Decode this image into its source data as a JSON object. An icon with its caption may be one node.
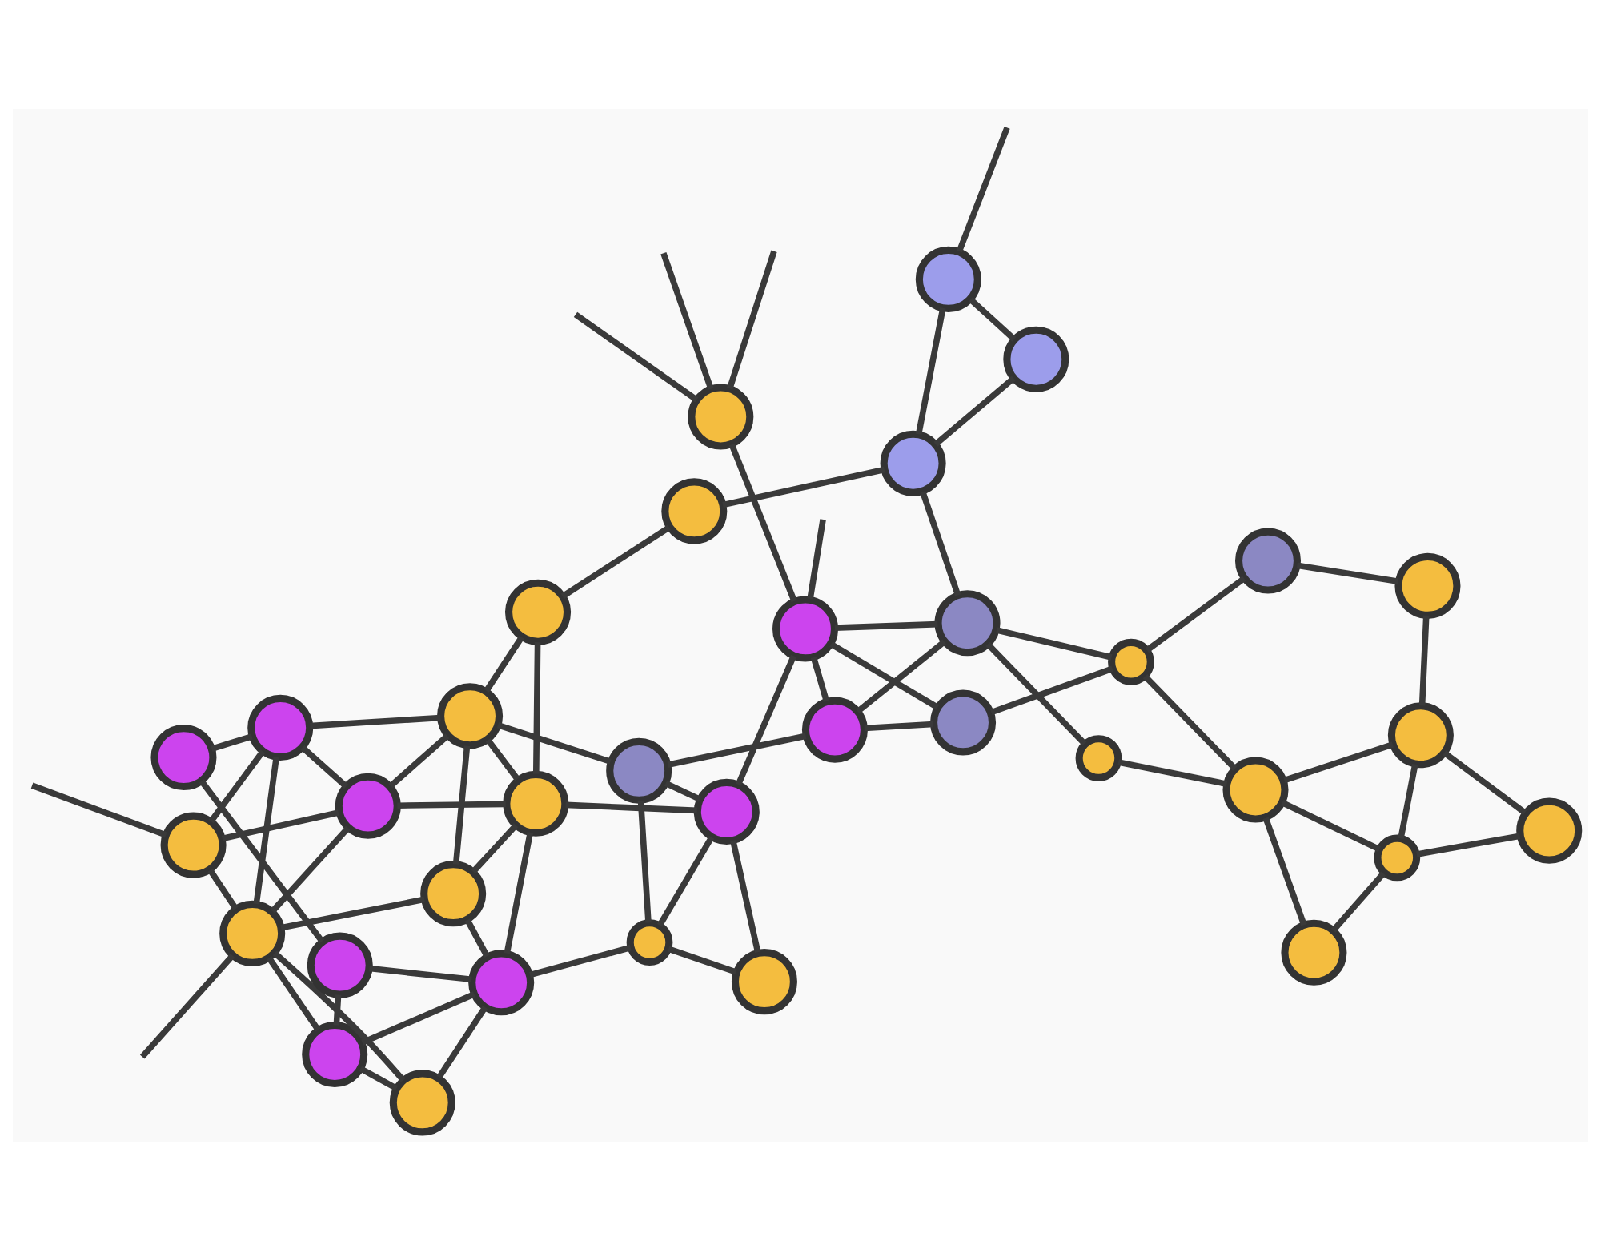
{
  "diagram": {
    "nodes": [
      {
        "text": [],
        "shape": "circle"
      },
      {
        "text": [],
        "shape": "circle"
      },
      {
        "text": [],
        "shape": "circle"
      },
      {
        "text": [],
        "shape": "circle"
      },
      {
        "text": [],
        "shape": "circle"
      },
      {
        "text": [],
        "shape": "circle"
      },
      {
        "text": [],
        "shape": "circle"
      },
      {
        "text": [],
        "shape": "circle"
      },
      {
        "text": [],
        "shape": "circle"
      },
      {
        "text": [],
        "shape": "circle"
      },
      {
        "text": [],
        "shape": "circle"
      },
      {
        "text": [],
        "shape": "circle"
      },
      {
        "text": [],
        "shape": "circle"
      },
      {
        "text": [],
        "shape": "circle"
      },
      {
        "text": [],
        "shape": "circle"
      },
      {
        "text": [],
        "shape": "circle"
      },
      {
        "text": [],
        "shape": "circle"
      },
      {
        "text": [],
        "shape": "circle"
      },
      {
        "text": [],
        "shape": "circle"
      },
      {
        "text": [],
        "shape": "circle"
      },
      {
        "text": [],
        "shape": "circle"
      },
      {
        "text": [],
        "shape": "circle"
      },
      {
        "text": [],
        "shape": "circle"
      },
      {
        "text": [],
        "shape": "circle"
      },
      {
        "text": [],
        "shape": "circle"
      },
      {
        "text": [],
        "shape": "circle"
      },
      {
        "text": [],
        "shape": "circle"
      },
      {
        "text": [],
        "shape": "circle"
      },
      {
        "text": [],
        "shape": "circle"
      },
      {
        "text": [],
        "shape": "circle"
      },
      {
        "text": [],
        "shape": "circle"
      },
      {
        "text": [],
        "shape": "circle"
      },
      {
        "text": [],
        "shape": "circle"
      },
      {
        "text": [],
        "shape": "circle"
      },
      {
        "text": [],
        "shape": "circle"
      }
    ],
    "edges": [
      {
        "from": 0,
        "to": null,
        "arrow": "none"
      },
      {
        "from": 2,
        "to": null,
        "arrow": "none"
      },
      {
        "from": 0,
        "to": 3,
        "arrow": "none"
      },
      {
        "from": 0,
        "to": 6,
        "arrow": "none"
      },
      {
        "from": 0,
        "to": 2,
        "arrow": "none"
      },
      {
        "from": 2,
        "to": 3,
        "arrow": "none"
      },
      {
        "from": 2,
        "to": 6,
        "arrow": "none"
      },
      {
        "from": 2,
        "to": 8,
        "arrow": "none"
      },
      {
        "from": 2,
        "to": 9,
        "arrow": "none"
      },
      {
        "from": 2,
        "to": 10,
        "arrow": "none"
      },
      {
        "from": 3,
        "to": 6,
        "arrow": "none"
      },
      {
        "from": 3,
        "to": 14,
        "arrow": "none"
      },
      {
        "from": 6,
        "to": 14,
        "arrow": "none"
      },
      {
        "from": 8,
        "to": 14,
        "arrow": "none"
      },
      {
        "from": 3,
        "to": 22,
        "arrow": "none"
      },
      {
        "from": 6,
        "to": 20,
        "arrow": "none"
      },
      {
        "from": 8,
        "to": 20,
        "arrow": "none"
      },
      {
        "from": 8,
        "to": 21,
        "arrow": "none"
      },
      {
        "from": 9,
        "to": 10,
        "arrow": "none"
      },
      {
        "from": 9,
        "to": 21,
        "arrow": "none"
      },
      {
        "from": 10,
        "to": 21,
        "arrow": "none"
      },
      {
        "from": 9,
        "to": 17,
        "arrow": "none"
      },
      {
        "from": 21,
        "to": 17,
        "arrow": "none"
      },
      {
        "from": 17,
        "to": 22,
        "arrow": "none"
      },
      {
        "from": 20,
        "to": 21,
        "arrow": "none"
      },
      {
        "from": 14,
        "to": 18,
        "arrow": "none"
      },
      {
        "from": 14,
        "to": 20,
        "arrow": "none"
      },
      {
        "from": 18,
        "to": 20,
        "arrow": "none"
      },
      {
        "from": 14,
        "to": 24,
        "arrow": "none"
      },
      {
        "from": 21,
        "to": 23,
        "arrow": "none"
      },
      {
        "from": 23,
        "to": 24,
        "arrow": "none"
      },
      {
        "from": 23,
        "to": 27,
        "arrow": "none"
      },
      {
        "from": 23,
        "to": 29,
        "arrow": "none"
      },
      {
        "from": 20,
        "to": 29,
        "arrow": "none"
      },
      {
        "from": 29,
        "to": 27,
        "arrow": "none"
      },
      {
        "from": 24,
        "to": 28,
        "arrow": "none"
      },
      {
        "from": 24,
        "to": 29,
        "arrow": "none"
      },
      {
        "from": 25,
        "to": 28,
        "arrow": "none"
      },
      {
        "from": 25,
        "to": 33,
        "arrow": "none"
      },
      {
        "from": 26,
        "to": 28,
        "arrow": "none"
      },
      {
        "from": 26,
        "to": 33,
        "arrow": "none"
      },
      {
        "from": 26,
        "to": 31,
        "arrow": "none"
      },
      {
        "from": 28,
        "to": 33,
        "arrow": "none"
      },
      {
        "from": 33,
        "to": 29,
        "arrow": "none"
      },
      {
        "from": 32,
        "to": 33,
        "arrow": "none"
      },
      {
        "from": 32,
        "to": null,
        "arrow": "none"
      },
      {
        "from": 32,
        "to": null,
        "arrow": "none"
      },
      {
        "from": 32,
        "to": null,
        "arrow": "none"
      },
      {
        "from": 33,
        "to": null,
        "arrow": "none"
      },
      {
        "from": 30,
        "to": 31,
        "arrow": "none"
      },
      {
        "from": 30,
        "to": null,
        "arrow": "none"
      },
      {
        "from": 30,
        "to": 34,
        "arrow": "none"
      },
      {
        "from": 31,
        "to": 34,
        "arrow": "none"
      },
      {
        "from": 31,
        "to": 13,
        "arrow": "none"
      },
      {
        "from": 1,
        "to": 7,
        "arrow": "none"
      },
      {
        "from": 1,
        "to": 15,
        "arrow": "none"
      },
      {
        "from": 1,
        "to": 4,
        "arrow": "none"
      },
      {
        "from": 1,
        "to": 5,
        "arrow": "none"
      },
      {
        "from": 7,
        "to": 4,
        "arrow": "none"
      },
      {
        "from": 11,
        "to": 4,
        "arrow": "none"
      },
      {
        "from": 15,
        "to": 4,
        "arrow": "none"
      },
      {
        "from": 11,
        "to": 15,
        "arrow": "none"
      },
      {
        "from": 15,
        "to": 16,
        "arrow": "none"
      },
      {
        "from": 15,
        "to": 19,
        "arrow": "none"
      },
      {
        "from": 5,
        "to": 12,
        "arrow": "none"
      },
      {
        "from": 13,
        "to": 18,
        "arrow": "none"
      },
      {
        "from": 12,
        "to": 19,
        "arrow": "none"
      },
      {
        "from": 16,
        "to": 26,
        "arrow": "none"
      },
      {
        "from": 19,
        "to": 26,
        "arrow": "none"
      },
      {
        "from": 19,
        "to": 25,
        "arrow": "none"
      }
    ]
  }
}
